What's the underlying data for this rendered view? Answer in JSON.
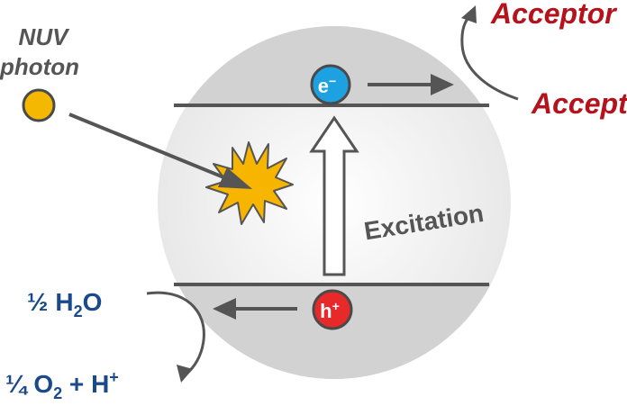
{
  "photon": {
    "label_line1": "NUV",
    "label_line2": "photon",
    "color": "#f5b800"
  },
  "electron": {
    "label": "e",
    "sup": "−",
    "color": "#1ea1e0"
  },
  "hole": {
    "label": "h",
    "sup": "+",
    "color": "#e8292a"
  },
  "process_label": "Excitation",
  "acceptor": {
    "upper_text": "Acceptor",
    "lower_text": "Acceptor",
    "color": "#b5121b"
  },
  "water": {
    "reactant_coef": "½",
    "reactant_main": "H",
    "reactant_sub": "2",
    "reactant_tail": "O",
    "product_coef": "¼",
    "product_main": "O",
    "product_sub": "2",
    "product_tail": " + H",
    "product_sup": "+",
    "color": "#1a4a8a"
  },
  "colors": {
    "band_line": "#555555",
    "arrow": "#555555",
    "sphere_light": "#f4f4f4",
    "sphere_dark": "#d0d0d0",
    "burst": "#f7b500"
  }
}
